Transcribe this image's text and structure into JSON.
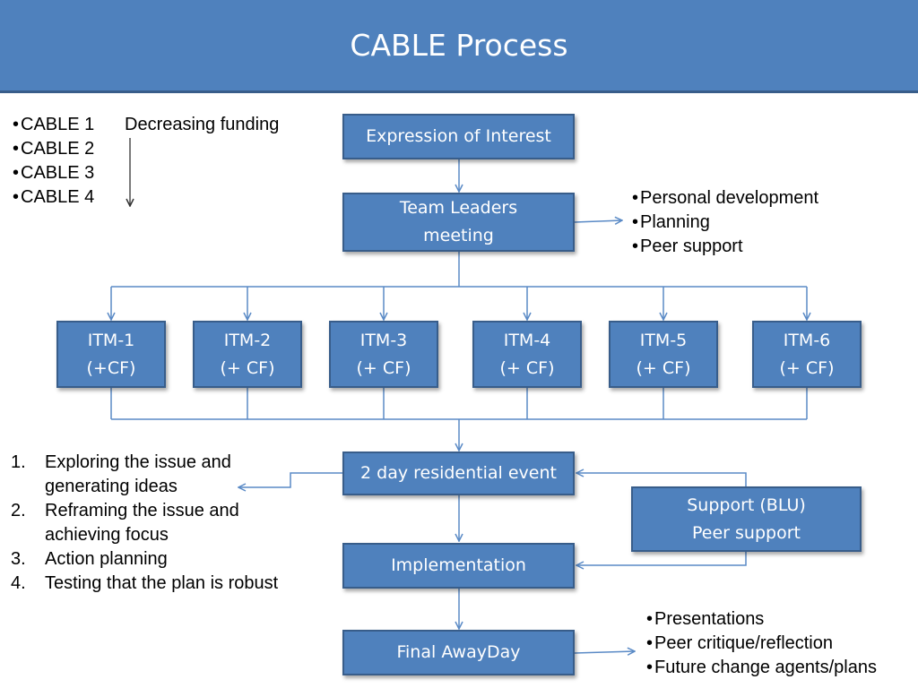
{
  "title": "CABLE Process",
  "colors": {
    "box_fill": "#4f81bd",
    "box_border": "#385d8a",
    "connector": "#5a8ac6"
  },
  "cable_list": [
    "CABLE 1",
    "CABLE 2",
    "CABLE 3",
    "CABLE 4"
  ],
  "funding_label": "Decreasing funding",
  "boxes": {
    "expression": "Expression of Interest",
    "team_line1": "Team Leaders",
    "team_line2": "meeting",
    "residential": "2 day residential event",
    "implementation": "Implementation",
    "final": "Final AwayDay",
    "support_line1": "Support (BLU)",
    "support_line2": "Peer support"
  },
  "itm": [
    {
      "name": "ITM-1",
      "sub": "(+CF)"
    },
    {
      "name": "ITM-2",
      "sub": "(+ CF)"
    },
    {
      "name": "ITM-3",
      "sub": "(+ CF)"
    },
    {
      "name": "ITM-4",
      "sub": "(+ CF)"
    },
    {
      "name": "ITM-5",
      "sub": "(+ CF)"
    },
    {
      "name": "ITM-6",
      "sub": "(+ CF)"
    }
  ],
  "team_outputs": [
    "Personal development",
    "Planning",
    "Peer support"
  ],
  "residential_steps": [
    {
      "num": "1.",
      "line1": "Exploring the issue and",
      "line2": "generating ideas"
    },
    {
      "num": "2.",
      "line1": "Reframing the issue and",
      "line2": "achieving focus"
    },
    {
      "num": "3.",
      "line1": "Action planning",
      "line2": ""
    },
    {
      "num": "4.",
      "line1": "Testing that the plan is robust",
      "line2": ""
    }
  ],
  "final_outputs": [
    "Presentations",
    "Peer critique/reflection",
    "Future change agents/plans"
  ]
}
